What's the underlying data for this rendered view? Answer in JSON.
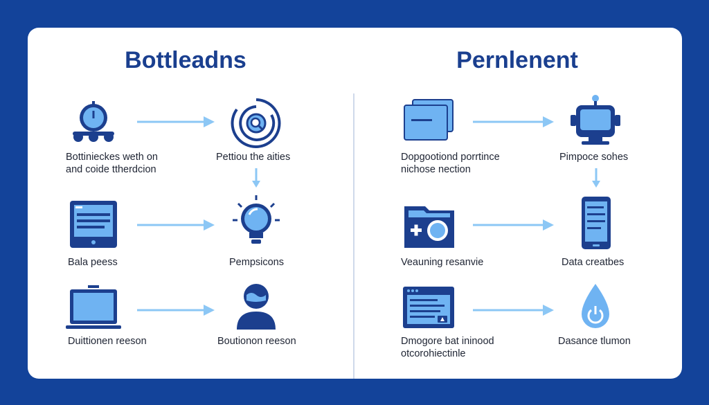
{
  "panels": {
    "left": {
      "title": "Bottleadns",
      "labels": {
        "r1c1_line1": "Bottinieckes weth on",
        "r1c1_line2": "and coide ttherdcion",
        "r1c2": "Pettiou the aities",
        "r2c1": "Bala peess",
        "r2c2": "Pempsicons",
        "r3c1": "Duittionen reeson",
        "r3c2": "Boutionon reeson"
      }
    },
    "right": {
      "title": "Pernlenent",
      "labels": {
        "r1c1_line1": "Dopgootiond porrtince",
        "r1c1_line2": "nichose nection",
        "r1c2": "Pimpoce sohes",
        "r2c1": "Veauning resanvie",
        "r2c2": "Data creatbes",
        "r3c1_line1": "Dmogore bat ininood",
        "r3c1_line2": "otcorohiectinle",
        "r3c2": "Dasance tlumon"
      }
    }
  },
  "colors": {
    "background": "#13439a",
    "card": "#ffffff",
    "navy": "#1c3f8e",
    "light_blue": "#6fb3f2",
    "arrow": "#8cc7f5",
    "text": "#1e2433"
  }
}
